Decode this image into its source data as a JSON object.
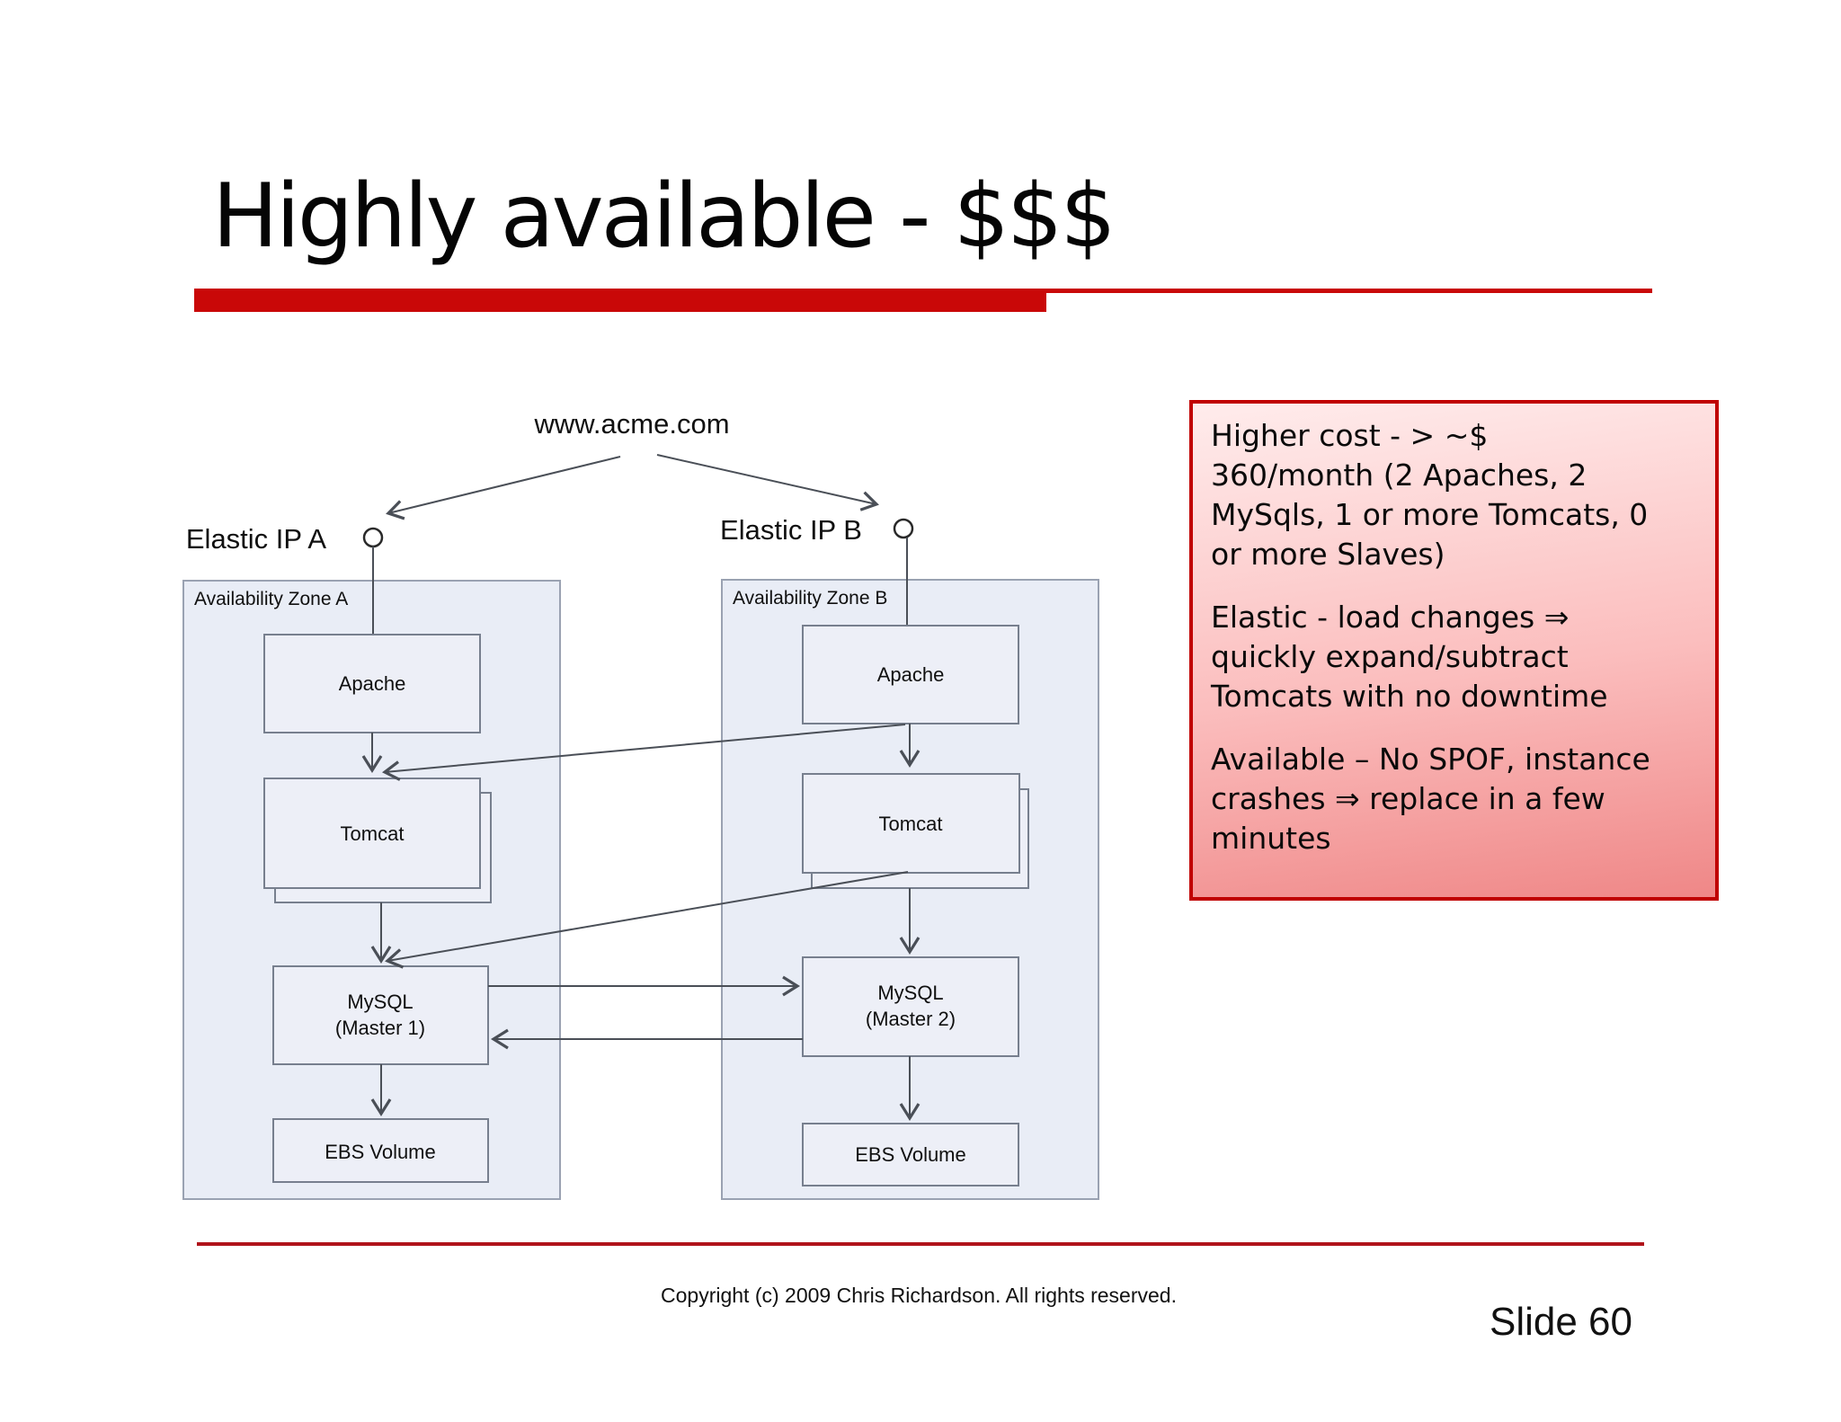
{
  "slide": {
    "title": "Highly available - $$$",
    "footer": {
      "copyright": "Copyright (c) 2009 Chris Richardson. All rights reserved.",
      "slide_number": "Slide 60"
    }
  },
  "diagram": {
    "dns_label": "www.acme.com",
    "elastic_ip_a_label": "Elastic IP A",
    "elastic_ip_b_label": "Elastic IP B",
    "zone_a": {
      "label": "Availability Zone A",
      "apache_label": "Apache",
      "tomcat_label": "Tomcat",
      "mysql_label_line1": "MySQL",
      "mysql_label_line2": "(Master 1)",
      "ebs_label": "EBS Volume"
    },
    "zone_b": {
      "label": "Availability Zone B",
      "apache_label": "Apache",
      "tomcat_label": "Tomcat",
      "mysql_label_line1": "MySQL",
      "mysql_label_line2": "(Master 2)",
      "ebs_label": "EBS Volume"
    }
  },
  "info_box": {
    "paragraph_1": "Higher cost - > ~$\n360/month (2 Apaches, 2\nMySqls, 1 or more Tomcats, 0\nor more Slaves)",
    "paragraph_2": "Elastic - load changes ⇒\nquickly expand/subtract\nTomcats with no downtime",
    "paragraph_3": "Available – No SPOF, instance\ncrashes ⇒ replace in a few\nminutes"
  },
  "colors": {
    "accent_red": "#C90808",
    "footer_line_red": "#B0131A",
    "info_box_border": "#C00000",
    "info_box_gradient_start": "#FFECEC",
    "info_box_gradient_end": "#EF8787",
    "zone_fill": "#E9EDF6",
    "node_fill": "#EDEFF7",
    "connector_color": "#4A4F57"
  }
}
